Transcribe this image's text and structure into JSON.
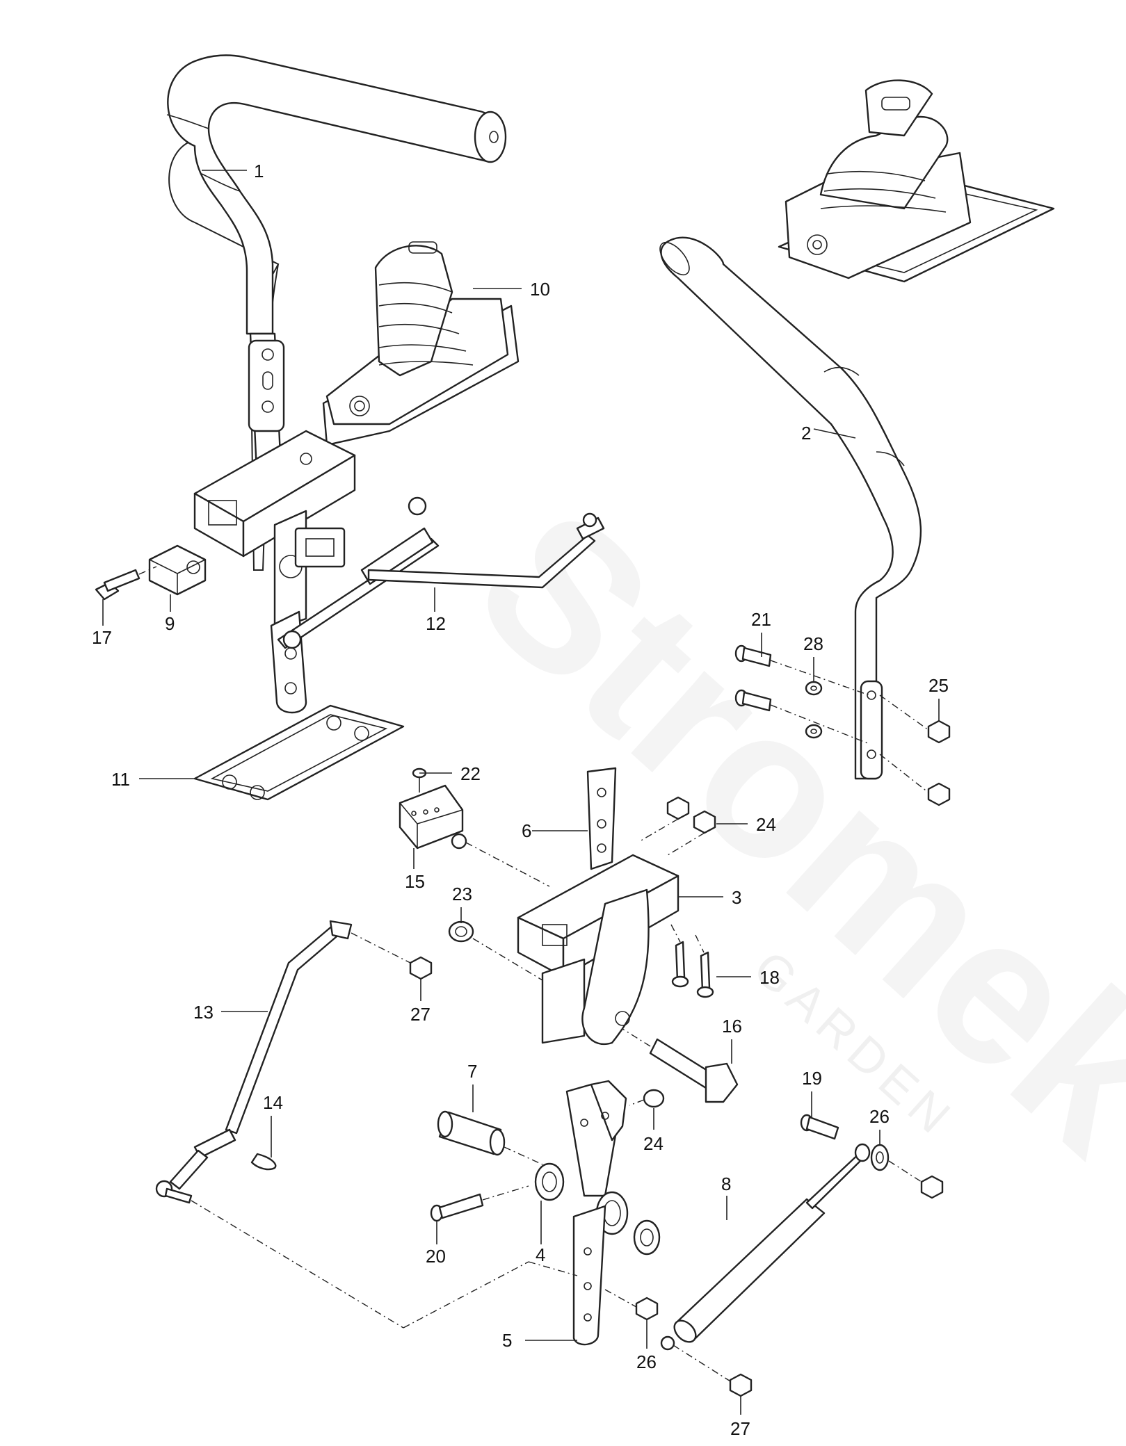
{
  "watermark": {
    "brand": "Stromek",
    "sub": "GARDEN"
  },
  "callouts": [
    "1",
    "2",
    "3",
    "4",
    "5",
    "6",
    "7",
    "8",
    "9",
    "10",
    "11",
    "12",
    "13",
    "14",
    "15",
    "16",
    "17",
    "18",
    "19",
    "20",
    "21",
    "22",
    "23",
    "24",
    "24",
    "25",
    "26",
    "26",
    "27",
    "27",
    "28"
  ]
}
